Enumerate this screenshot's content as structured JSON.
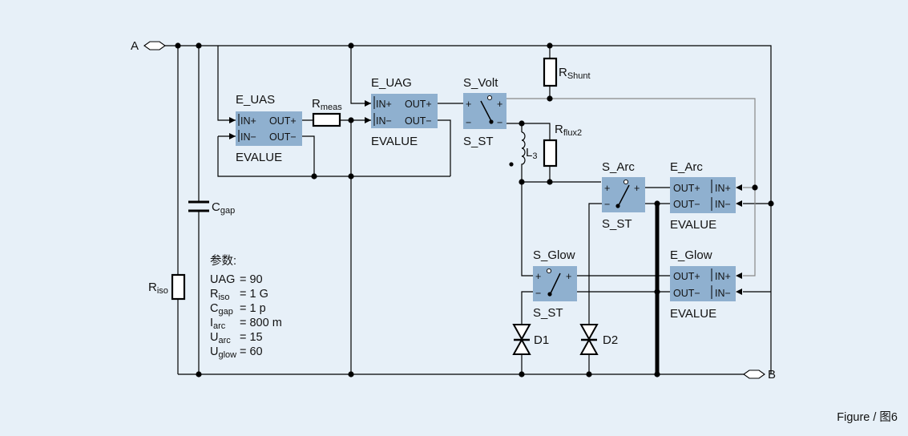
{
  "terminals": {
    "a": "A",
    "b": "B"
  },
  "components": {
    "e_uas": {
      "name": "E_UAS",
      "pins": [
        "IN+",
        "IN−",
        "OUT+",
        "OUT−"
      ],
      "type": "EVALUE"
    },
    "e_uag": {
      "name": "E_UAG",
      "pins": [
        "IN+",
        "IN−",
        "OUT+",
        "OUT−"
      ],
      "type": "EVALUE"
    },
    "s_volt": {
      "name": "S_Volt",
      "type": "S_ST",
      "plus": "+",
      "minus": "−"
    },
    "s_arc": {
      "name": "S_Arc",
      "type": "S_ST",
      "plus": "+",
      "minus": "−"
    },
    "s_glow": {
      "name": "S_Glow",
      "type": "S_ST",
      "plus": "+",
      "minus": "−"
    },
    "e_arc": {
      "name": "E_Arc",
      "pins": [
        "OUT+",
        "OUT−",
        "IN+",
        "IN−"
      ],
      "type": "EVALUE"
    },
    "e_glow": {
      "name": "E_Glow",
      "pins": [
        "OUT+",
        "OUT−",
        "IN+",
        "IN−"
      ],
      "type": "EVALUE"
    },
    "r_meas": {
      "main": "R",
      "sub": "meas"
    },
    "r_shunt": {
      "main": "R",
      "sub": "Shunt"
    },
    "r_flux2": {
      "main": "R",
      "sub": "flux2"
    },
    "l3": {
      "main": "L",
      "sub": "3"
    },
    "c_gap": {
      "main": "C",
      "sub": "gap"
    },
    "r_iso": {
      "main": "R",
      "sub": "iso"
    },
    "d1": "D1",
    "d2": "D2"
  },
  "parameters": {
    "title": "参数:",
    "rows": [
      {
        "name": "UAG",
        "sub": "",
        "value": "= 90"
      },
      {
        "name": "R",
        "sub": "iso",
        "value": "= 1 G"
      },
      {
        "name": "C",
        "sub": "gap",
        "value": "= 1 p"
      },
      {
        "name": "I",
        "sub": "arc",
        "value": "= 800 m"
      },
      {
        "name": "U",
        "sub": "arc",
        "value": "= 15"
      },
      {
        "name": "U",
        "sub": "glow",
        "value": "= 60"
      }
    ]
  },
  "caption": "Figure / 图6"
}
